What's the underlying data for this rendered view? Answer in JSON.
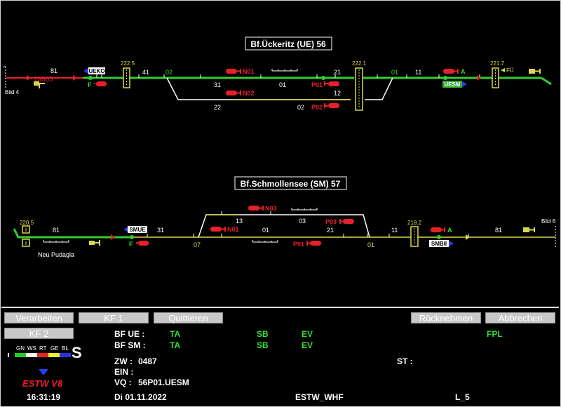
{
  "stations": [
    {
      "name": "Bf.Ückeritz (UE) 56"
    },
    {
      "name": "Bf.Schmollensee (SM) 57"
    }
  ],
  "track_labels_upper": {
    "bild": "Bild 4",
    "t81": "81",
    "t18865": "18865",
    "ueko": "UEKO",
    "f": "F",
    "km222_5": "222.5",
    "t41": "41",
    "t02": "02",
    "n01": "N01",
    "t31": "31",
    "t01": "01",
    "n02": "N02",
    "t22": "22",
    "t02b": "02",
    "p01": "P01",
    "t21": "21",
    "t12": "12",
    "p02": "P02",
    "km222_1": "222.1",
    "t01b": "01",
    "t11": "11",
    "a": "A",
    "uesm": "UESM",
    "km221_7": "221.7",
    "fu": "FÜ"
  },
  "track_labels_lower": {
    "km220_5": "220.5",
    "t81": "81",
    "smue": "SMUE",
    "f": "F",
    "t31": "31",
    "neu_pudagla": "Neu Pudagla",
    "t07": "07",
    "n03": "N03",
    "t13": "13",
    "t03": "03",
    "n01": "N01",
    "t01": "01",
    "p03": "P03",
    "t21": "21",
    "p01": "P01",
    "t01b": "01",
    "t11": "11",
    "km218_2": "218.2",
    "a": "A",
    "smbii": "SMBII",
    "t81b": "81",
    "bild": "Bild 6"
  },
  "buttons": {
    "verarbeiten": "Verarbeiten",
    "kf1": "KF 1",
    "quittieren": "Quittieren",
    "ruecknehmen": "Rücknehmen",
    "abbrechen": "Abbrechen",
    "kf2": "KF 2"
  },
  "status": {
    "bf_ue_label": "BF UE :",
    "bf_sm_label": "BF SM :",
    "ue_ta": "TA",
    "ue_sb": "SB",
    "ue_ev": "EV",
    "ue_fpl": "FPL",
    "sm_ta": "TA",
    "sm_sb": "SB",
    "sm_ev": "EV",
    "zw_label": "ZW :",
    "zw_value": "0487",
    "ein_label": "EIN :",
    "vq_label": "VQ :",
    "vq_value": "56P01.UESM",
    "st_label": "ST :"
  },
  "legend": {
    "gn": "GN",
    "ws": "WS",
    "rt": "RT",
    "ge": "GE",
    "bl": "BL",
    "big_letter": "S",
    "colors": [
      "#22cc22",
      "#ffffff",
      "#ee2222",
      "#eeee22",
      "#2233ee"
    ]
  },
  "footer": {
    "app": "ESTW V8",
    "time": "16:31:19",
    "date": "Di 01.11.2022",
    "host": "ESTW_WHF",
    "level": "L_5"
  },
  "colors": {
    "occupied": "#e8202a",
    "route": "#33cc33",
    "free": "#d8d84a",
    "signal_red": "#e8202a",
    "accent_blue": "#2a3cff"
  }
}
